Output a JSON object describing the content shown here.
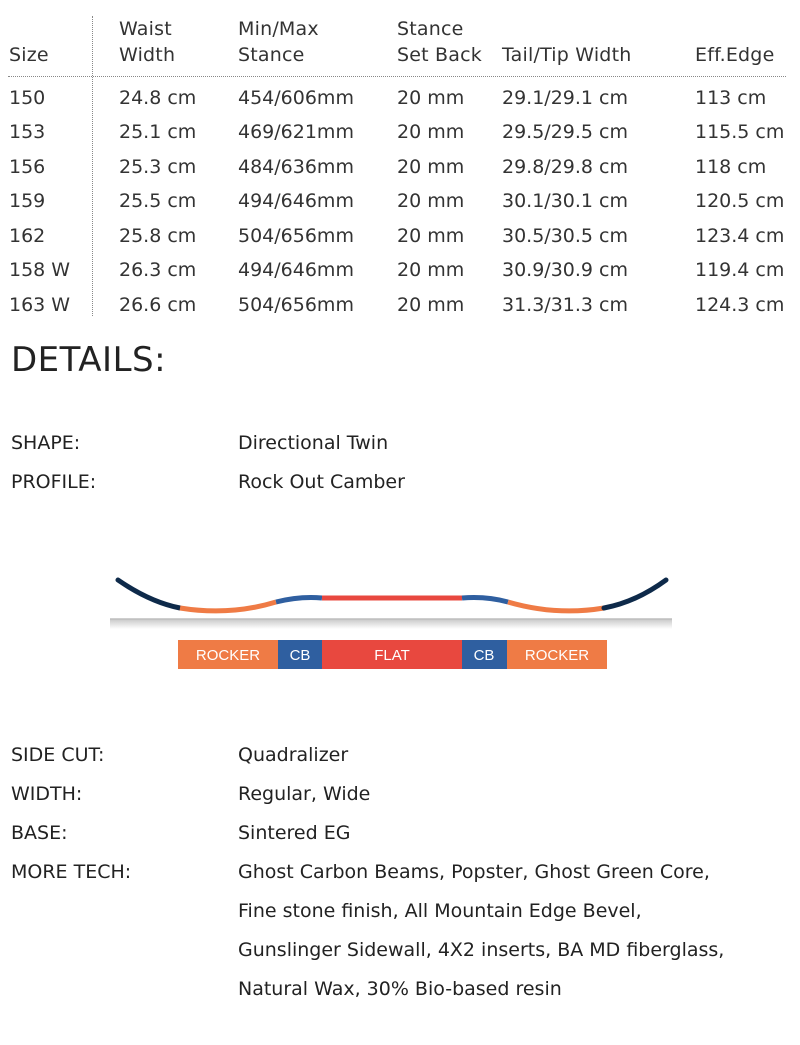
{
  "spec_table": {
    "headers": {
      "size": "Size",
      "waist_1": "Waist",
      "waist_2": "Width",
      "stance_1": "Min/Max",
      "stance_2": "Stance",
      "setback_1": "Stance",
      "setback_2": "Set Back",
      "tailtip": "Tail/Tip Width",
      "edge": "Eff.Edge"
    },
    "rows": [
      [
        "150",
        "24.8 cm",
        "454/606mm",
        "20 mm",
        "29.1/29.1 cm",
        "113 cm"
      ],
      [
        "153",
        "25.1 cm",
        "469/621mm",
        "20 mm",
        "29.5/29.5 cm",
        "115.5 cm"
      ],
      [
        "156",
        "25.3 cm",
        "484/636mm",
        "20 mm",
        "29.8/29.8 cm",
        "118 cm"
      ],
      [
        "159",
        "25.5 cm",
        "494/646mm",
        "20 mm",
        "30.1/30.1 cm",
        "120.5 cm"
      ],
      [
        "162",
        "25.8 cm",
        "504/656mm",
        "20 mm",
        "30.5/30.5 cm",
        "123.4 cm"
      ],
      [
        "158 W",
        "26.3 cm",
        "494/646mm",
        "20 mm",
        "30.9/30.9 cm",
        "119.4 cm"
      ],
      [
        "163 W",
        "26.6 cm",
        "504/656mm",
        "20 mm",
        "31.3/31.3 cm",
        "124.3 cm"
      ]
    ]
  },
  "details": {
    "title": "DETAILS:",
    "shape_label": "SHAPE:",
    "shape_value": "Directional Twin",
    "profile_label": "PROFILE:",
    "profile_value": "Rock Out Camber",
    "sidecut_label": "SIDE CUT:",
    "sidecut_value": "Quadralizer",
    "width_label": "WIDTH:",
    "width_value": "Regular, Wide",
    "base_label": "BASE:",
    "base_value": "Sintered EG",
    "tech_label": "MORE TECH:",
    "tech_lines": [
      "Ghost Carbon Beams, Popster, Ghost Green Core,",
      "Fine stone finish, All Mountain Edge Bevel,",
      "Gunslinger Sidewall, 4X2 inserts, BA MD fiberglass,",
      "Natural Wax, 30% Bio-based resin"
    ]
  },
  "profile_diagram": {
    "segments": [
      "ROCKER",
      "CB",
      "FLAT",
      "CB",
      "ROCKER"
    ],
    "colors": {
      "rocker": "#ef7b45",
      "camber": "#2f5fa0",
      "flat": "#e8483f",
      "tip": "#0e2a4a"
    }
  }
}
